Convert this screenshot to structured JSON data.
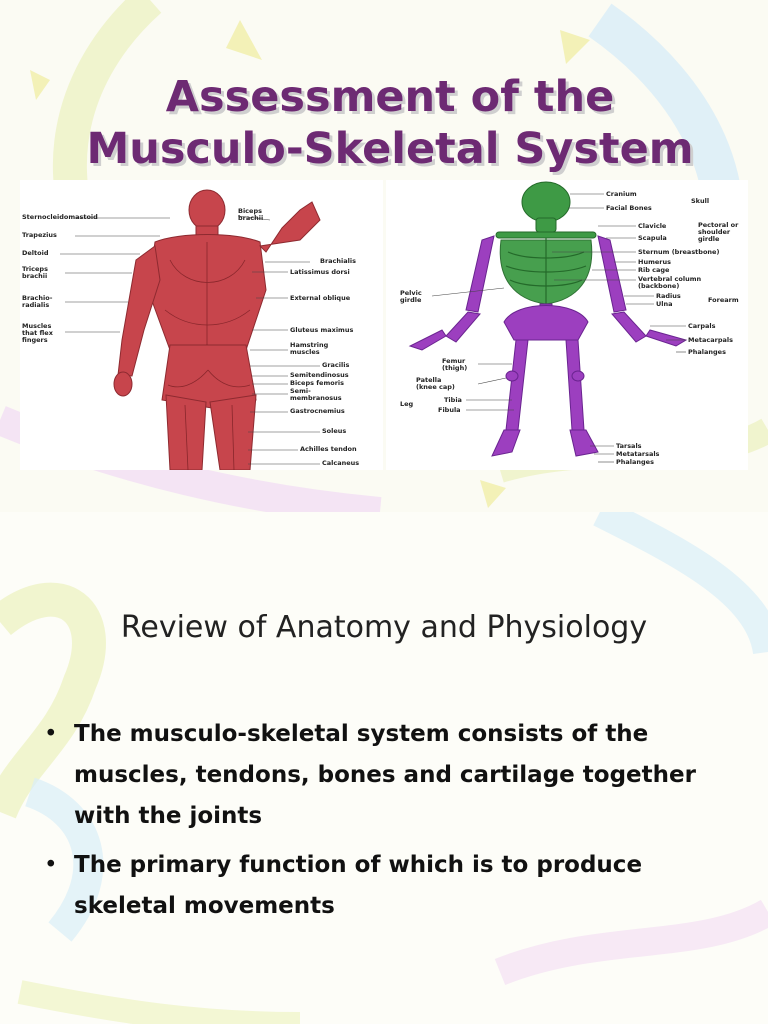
{
  "slide1": {
    "title_lines": [
      "Assessment of the",
      "Musculo-Skeletal System"
    ],
    "muscle_figure": {
      "left_labels": [
        "Sternocleidomastoid",
        "Trapezius",
        "Deltoid",
        "Triceps\nbrachii",
        "Brachio-\nradialis",
        "Muscles\nthat flex\nfingers"
      ],
      "right_labels": [
        "Biceps\nbrachii",
        "Brachialis",
        "Latissimus dorsi",
        "External oblique",
        "Gluteus maximus",
        "Hamstring\nmuscles",
        "Gracilis",
        "Semitendinosus",
        "Biceps femoris",
        "Semi-\nmembranosus",
        "Gastrocnemius",
        "Soleus",
        "Achilles tendon",
        "Calcaneus"
      ]
    },
    "skeleton_figure": {
      "right_labels": [
        "Cranium",
        "Facial Bones",
        "Skull",
        "Clavicle",
        "Scapula",
        "Pectoral or\nshoulder\ngirdle",
        "Sternum (breastbone)",
        "Humerus",
        "Rib cage",
        "Vertebral column\n(backbone)",
        "Radius",
        "Ulna",
        "Forearm",
        "Carpals",
        "Metacarpals",
        "Phalanges",
        "Tarsals",
        "Metatarsals",
        "Phalanges"
      ],
      "left_labels": [
        "Pelvic\ngirdle",
        "Femur\n(thigh)",
        "Patella\n(knee cap)",
        "Leg",
        "Tibia",
        "Fibula"
      ]
    }
  },
  "slide2": {
    "title": "Review of Anatomy and Physiology",
    "bullets": [
      "The musculo-skeletal system consists of the muscles, tendons, bones and cartilage together with the joints",
      "The primary function of which is to produce skeletal movements"
    ]
  },
  "colors": {
    "title": "#6d2a73",
    "muscle": "#c7454c",
    "skeleton_upper": "#3e9a45",
    "skeleton_lower": "#9c3fbf"
  }
}
